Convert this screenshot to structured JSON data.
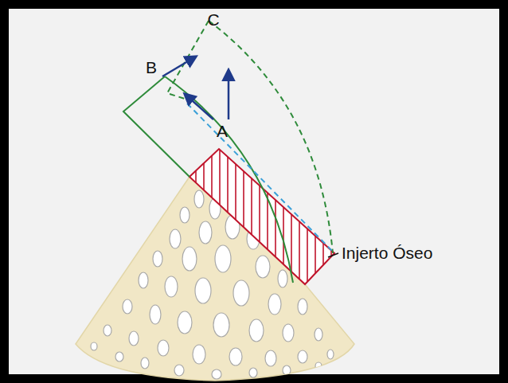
{
  "diagram": {
    "labels": [
      "B",
      "C",
      "A",
      "Injerto Óseo"
    ]
  }
}
